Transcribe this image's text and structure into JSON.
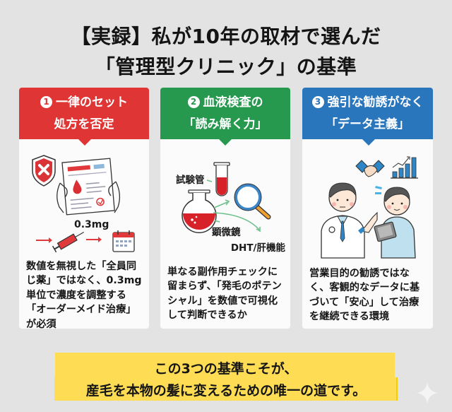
{
  "title": {
    "line1": "【実録】私が10年の取材で選んだ",
    "line2": "「管理型クリニック」の基準"
  },
  "colors": {
    "background": "#e3e3e3",
    "card1_accent": "#e03535",
    "card2_accent": "#27994f",
    "card3_accent": "#2a76bd",
    "banner": "#fedd55"
  },
  "cards": [
    {
      "number": "1",
      "heading_line1": "一律のセット",
      "heading_line2": "処方を否定",
      "illustration": {
        "icons": [
          "shield-x-icon",
          "document-in-hands-icon",
          "syringe-icon",
          "calendar-icon"
        ],
        "label": "0.3mg"
      },
      "body_lines": [
        "数値を無視した「全員同",
        "じ薬」ではなく、0.3mg",
        "単位で濃度を調整する",
        "「オーダーメイド治療」",
        "が必須"
      ]
    },
    {
      "number": "2",
      "heading_line1": "血液検査の",
      "heading_line2": "「読み解く力」",
      "illustration": {
        "icons": [
          "test-tube-icon",
          "flask-icon",
          "magnifier-icon"
        ],
        "label_test_tube": "試験管",
        "label_microscope": "顕微鏡",
        "label_dht": "DHT/肝機能"
      },
      "body_lines": [
        "単なる副作用チェックに",
        "留まらず、「発毛のポテン",
        "シャル」を数値で可視化",
        "して判断できるか"
      ]
    },
    {
      "number": "3",
      "heading_line1": "強引な勧誘がなく",
      "heading_line2": "「データ主義」",
      "illustration": {
        "icons": [
          "handshake-icon",
          "bar-chart-icon",
          "doctor-icon",
          "patient-with-tablet-icon"
        ]
      },
      "body_lines": [
        "営業目的の勧誘ではな",
        "く、客観的なデータに基",
        "づいて「安心」して治療",
        "を継続できる環境"
      ]
    }
  ],
  "banner": {
    "line1": "この3つの基準こそが、",
    "line2": "産毛を本物の髪に変えるための唯一の道です。"
  }
}
